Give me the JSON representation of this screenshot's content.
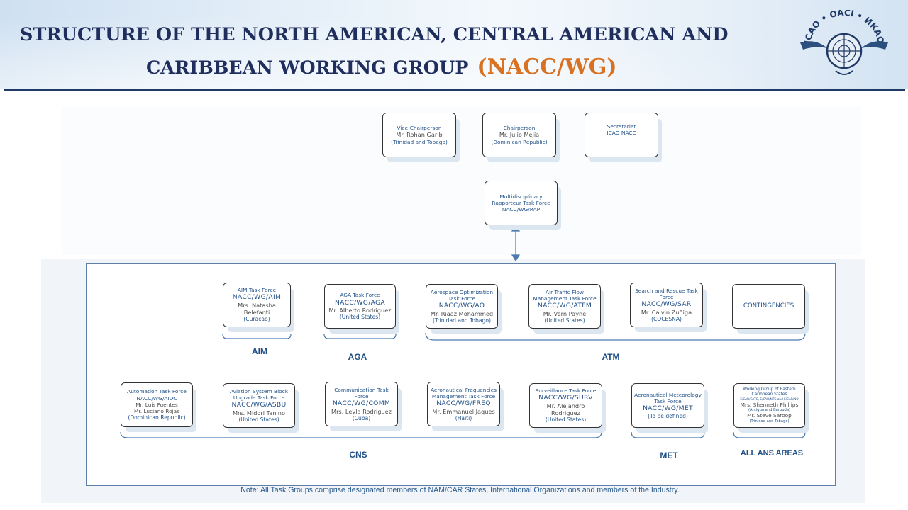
{
  "header": {
    "title_line1": "STRUCTURE OF THE NORTH AMERICAN, CENTRAL AMERICAN AND",
    "title_line2": "CARIBBEAN WORKING GROUP",
    "title_acronym": "(NACC/WG)",
    "logo_text": "ICAO • OACI • ИКАО",
    "logo_icon": "icao-emblem",
    "title_color": "#1f2e5c",
    "acronym_color": "#d87222"
  },
  "leadership": {
    "vice_chair": {
      "role": "Vice-Chairperson",
      "name": "Mr. Rohan Garib",
      "state": "(Trinidad and Tobago)"
    },
    "chair": {
      "role": "Chairperson",
      "name": "Mr. Julio Mejía",
      "state": "(Dominican Republic)"
    },
    "secretariat": {
      "role": "Secretariat",
      "org": "ICAO NACC"
    }
  },
  "rap": {
    "title": "Multidisciplinary Rapporteur Task Force",
    "code": "NACC/WG/RAP"
  },
  "row1": {
    "aim": {
      "title": "AIM Task Force",
      "code": "NACC/WG/AIM",
      "person": "Mrs. Natasha Belefanti",
      "state": "(Curacao)"
    },
    "aga": {
      "title": "AGA Task Force",
      "code": "NACC/WG/AGA",
      "person": "Mr. Alberto Rodriguez",
      "state": "(United States)"
    },
    "ao": {
      "title": "Aerospace Optimization Task Force",
      "code": "NACC/WG/AO",
      "person": "Mr. Riaaz Mohammed",
      "state": "(Trinidad and Tobago)"
    },
    "atfm": {
      "title": "Air Traffic Flow Management Task Force",
      "code": "NACC/WG/ATFM",
      "person": "Mr. Vern Payne",
      "state": "(United States)"
    },
    "sar": {
      "title": "Search and Rescue Task Force",
      "code": "NACC/WG/SAR",
      "person": "Mr. Calvin Zuñiga",
      "state": "(COCESNA)"
    },
    "contingencies": {
      "title": "CONTINGENCIES"
    }
  },
  "row2": {
    "aidc": {
      "title": "Automation Task Force",
      "code": "NACC/WG/AIDC",
      "person1": "Mr. Luis Fuentes",
      "person2": "Mr. Luciano Rojas",
      "state": "(Dominican Republic)"
    },
    "asbu": {
      "title": "Aviation System Block Upgrade Task Force",
      "code": "NACC/WG/ASBU",
      "person": "Mrs. Midori Tanino",
      "state": "(United States)"
    },
    "comm": {
      "title": "Communication Task Force",
      "code": "NACC/WG/COMM",
      "person": "Mrs. Leyla Rodriguez",
      "state": "(Cuba)"
    },
    "freq": {
      "title": "Aeronautical Frequencies Management Task Force",
      "code": "NACC/WG/FREQ",
      "person": "Mr. Emmanuel Jaques",
      "state": "(Haiti)"
    },
    "surv": {
      "title": "Surveillance Task Force",
      "code": "NACC/WG/SURV",
      "person": "Mr. Alejandro Rodriguez",
      "state": "(United States)"
    },
    "met": {
      "title": "Aeronautical Meteorology Task Force",
      "code": "NACC/WG/MET",
      "state": "(To be defined)"
    },
    "ecar": {
      "title": "Working Group of Eastern Caribbean States",
      "codes": "E/CAR/CATG, E/CAR/NTG and E/CAR/NO",
      "person1": "Mrs. Shenneth Phillips",
      "state1": "(Antigua and Barbuda)",
      "person2": "Mr. Steve Saroop",
      "state2": "(Trinidad and Tobago)"
    }
  },
  "groups": {
    "aim": "AIM",
    "aga": "AGA",
    "atm": "ATM",
    "cns": "CNS",
    "met": "MET",
    "all": "ALL ANS AREAS"
  },
  "note": "Note: All Task Groups comprise designated members of NAM/CAR States, International Organizations and members of the Industry."
}
